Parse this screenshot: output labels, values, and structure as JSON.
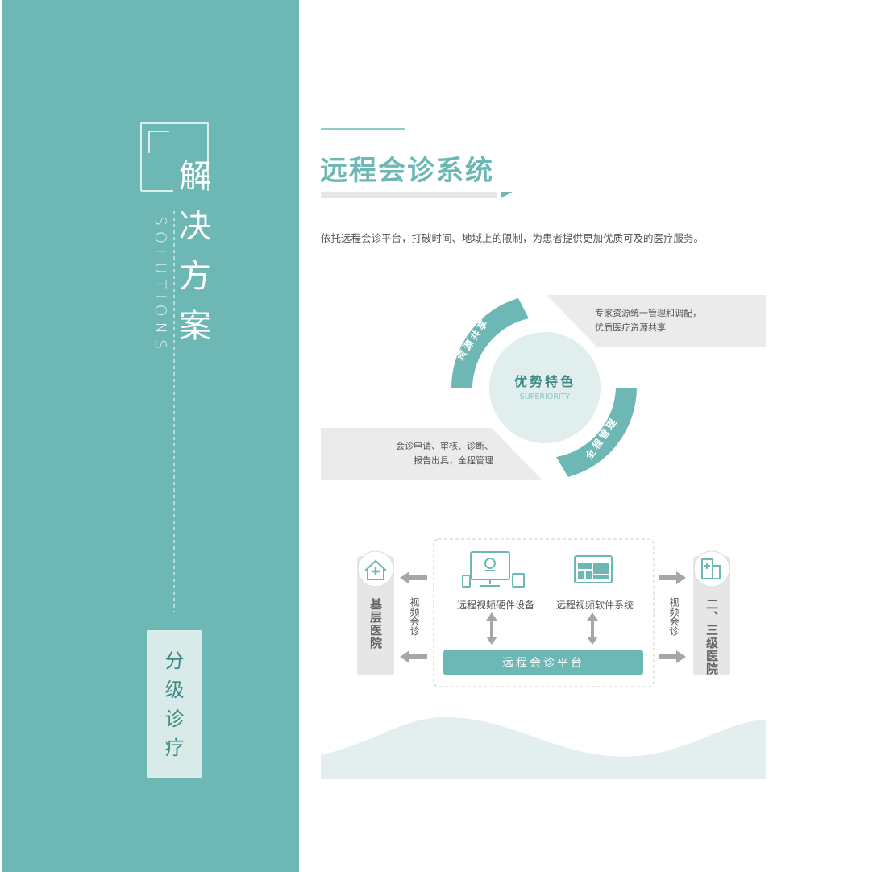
{
  "sidebar": {
    "title_chars": [
      "解",
      "决",
      "方",
      "案"
    ],
    "subtitle": "SOLUTIONS",
    "tag_chars": [
      "分",
      "级",
      "诊",
      "疗"
    ]
  },
  "main": {
    "title": "远程会诊系统",
    "description": "依托远程会诊平台，打破时间、地域上的限制，为患者提供更加优质可及的医疗服务。",
    "accent_color": "#6db8b4"
  },
  "features": {
    "center_title": "优势特色",
    "center_subtitle": "SUPERIORITY",
    "arc_top": "资源共享",
    "arc_bottom": "全程管理",
    "box_top": [
      "专家资源统一管理和调配，",
      "优质医疗资源共享"
    ],
    "box_bottom": [
      "会诊申请、审核、诊断、",
      "报告出具，全程管理"
    ]
  },
  "diagram": {
    "left_hospital": "基层医院",
    "right_hospital": "二、三级医院",
    "video_label": "视频会诊",
    "hardware": "远程视频硬件设备",
    "software": "远程视频软件系统",
    "platform": "远程会诊平台"
  }
}
